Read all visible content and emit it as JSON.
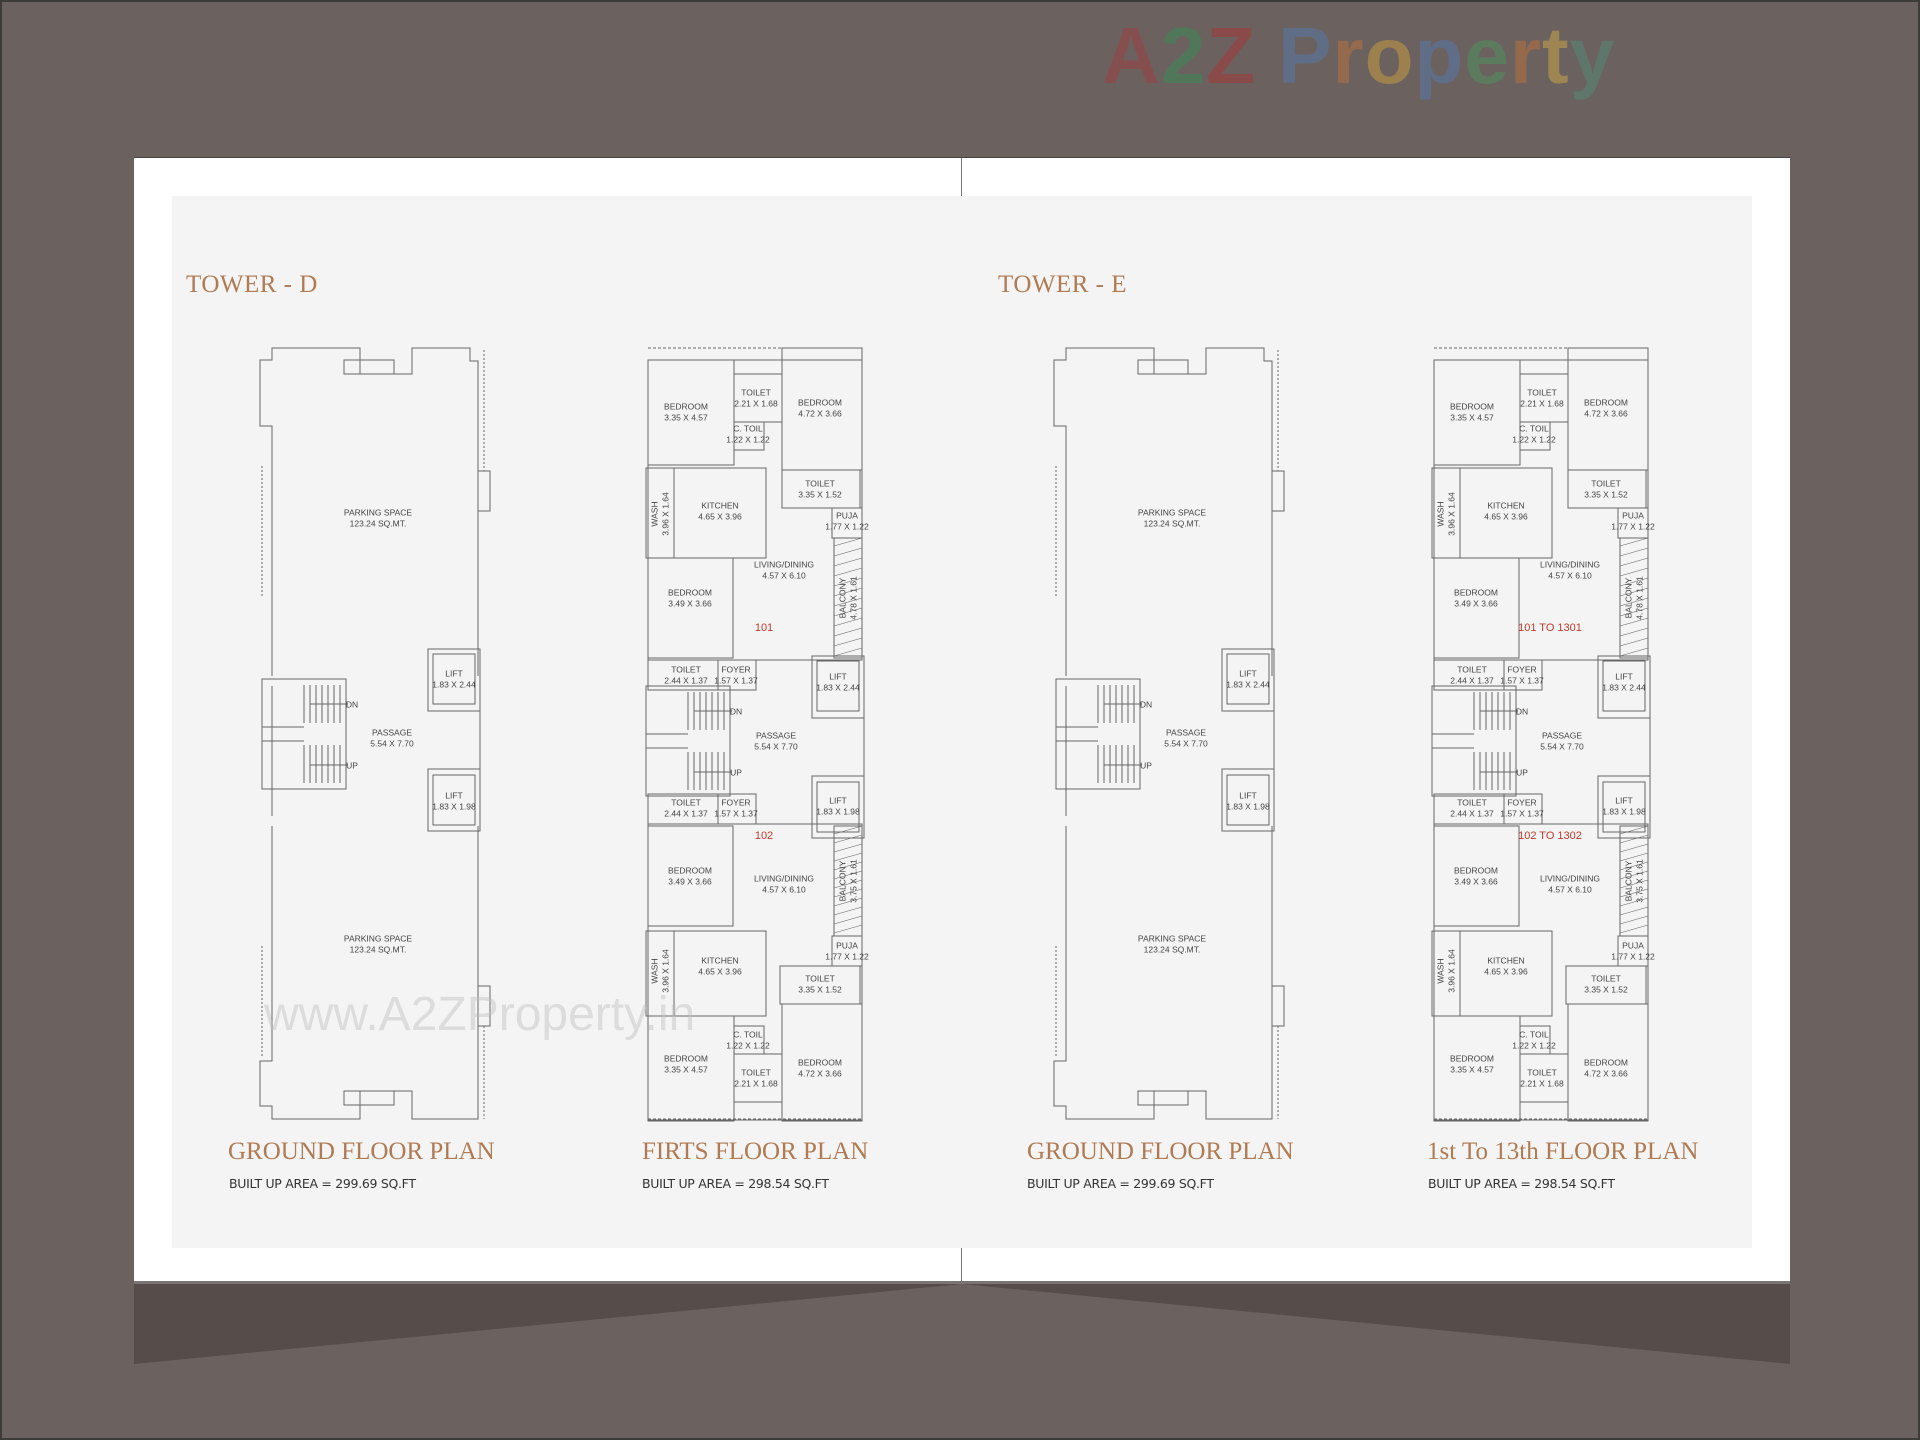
{
  "brand": {
    "logo_letters": [
      {
        "ch": "A",
        "color": "#8a4e4e"
      },
      {
        "ch": "2",
        "color": "#4f7a5a"
      },
      {
        "ch": "Z",
        "color": "#8e4848"
      },
      {
        "ch": " ",
        "color": "transparent"
      },
      {
        "ch": "P",
        "color": "#5f6f8c"
      },
      {
        "ch": "r",
        "color": "#9a6a4a"
      },
      {
        "ch": "o",
        "color": "#a2854e"
      },
      {
        "ch": "p",
        "color": "#5f6f8c"
      },
      {
        "ch": "e",
        "color": "#5b7e5e"
      },
      {
        "ch": "r",
        "color": "#9a6a4a"
      },
      {
        "ch": "t",
        "color": "#a48a52"
      },
      {
        "ch": "y",
        "color": "#5e7a6c"
      }
    ],
    "watermark": "www.A2ZProperty.in"
  },
  "colors": {
    "background": "#6b625f",
    "page": "#ffffff",
    "sheet": "#f4f4f4",
    "title_accent": "#b07a52",
    "unit_number": "#c0392b"
  },
  "towers": [
    {
      "title": "TOWER - D"
    },
    {
      "title": "TOWER - E"
    }
  ],
  "plans": [
    {
      "title": "GROUND FLOOR PLAN",
      "built_up_area": "BUILT UP AREA = 299.69 SQ.FT",
      "type": "ground",
      "rooms": [
        {
          "name": "PARKING SPACE",
          "size": "123.24 SQ.MT."
        },
        {
          "name": "LIFT",
          "size": "1.83 X 2.44"
        },
        {
          "name": "PASSAGE",
          "size": "5.54 X 7.70"
        },
        {
          "name": "LIFT",
          "size": "1.83 X 1.98"
        },
        {
          "name": "PARKING SPACE",
          "size": "123.24 SQ.MT."
        }
      ],
      "stair": {
        "dn": "DN",
        "up": "UP"
      }
    },
    {
      "title": "FIRTS FLOOR PLAN",
      "built_up_area": "BUILT UP AREA = 298.54 SQ.FT",
      "type": "typical",
      "unit_top": "101",
      "unit_bottom": "102",
      "rooms_top": [
        {
          "name": "BEDROOM",
          "size": "3.35 X 4.57"
        },
        {
          "name": "TOILET",
          "size": "2.21 X 1.68"
        },
        {
          "name": "C. TOIL",
          "size": "1.22 X 1.22"
        },
        {
          "name": "BEDROOM",
          "size": "4.72 X 3.66"
        },
        {
          "name": "TOILET",
          "size": "3.35 X 1.52"
        },
        {
          "name": "WASH",
          "size": "3.96 X 1.64"
        },
        {
          "name": "KITCHEN",
          "size": "4.65 X 3.96"
        },
        {
          "name": "PUJA",
          "size": "1.77 X 1.22"
        },
        {
          "name": "LIVING/DINING",
          "size": "4.57 X 6.10"
        },
        {
          "name": "BALCONY",
          "size": "4.78 X 1.61"
        },
        {
          "name": "BEDROOM",
          "size": "3.49 X 3.66"
        },
        {
          "name": "TOILET",
          "size": "2.44 X 1.37"
        },
        {
          "name": "FOYER",
          "size": "1.57 X 1.37"
        }
      ],
      "rooms_core": [
        {
          "name": "LIFT",
          "size": "1.83 X 2.44"
        },
        {
          "name": "PASSAGE",
          "size": "5.54 X 7.70"
        },
        {
          "name": "LIFT",
          "size": "1.83 X 1.98"
        }
      ],
      "rooms_bottom": [
        {
          "name": "TOILET",
          "size": "2.44 X 1.37"
        },
        {
          "name": "FOYER",
          "size": "1.57 X 1.37"
        },
        {
          "name": "BEDROOM",
          "size": "3.49 X 3.66"
        },
        {
          "name": "LIVING/DINING",
          "size": "4.57 X 6.10"
        },
        {
          "name": "BALCONY",
          "size": "3.75 X 1.61"
        },
        {
          "name": "WASH",
          "size": "3.96 X 1.64"
        },
        {
          "name": "KITCHEN",
          "size": "4.65 X 3.96"
        },
        {
          "name": "PUJA",
          "size": "1.77 X 1.22"
        },
        {
          "name": "TOILET",
          "size": "3.35 X 1.52"
        },
        {
          "name": "C. TOIL",
          "size": "1.22 X 1.22"
        },
        {
          "name": "BEDROOM",
          "size": "3.35 X 4.57"
        },
        {
          "name": "TOILET",
          "size": "2.21 X 1.68"
        },
        {
          "name": "BEDROOM",
          "size": "4.72 X 3.66"
        }
      ],
      "stair": {
        "dn": "DN",
        "up": "UP"
      }
    },
    {
      "title": "GROUND FLOOR PLAN",
      "built_up_area": "BUILT UP AREA = 299.69 SQ.FT",
      "type": "ground",
      "rooms": [
        {
          "name": "PARKING SPACE",
          "size": "123.24 SQ.MT."
        },
        {
          "name": "LIFT",
          "size": "1.83 X 2.44"
        },
        {
          "name": "PASSAGE",
          "size": "5.54 X 7.70"
        },
        {
          "name": "LIFT",
          "size": "1.83 X 1.98"
        },
        {
          "name": "PARKING SPACE",
          "size": "123.24 SQ.MT."
        }
      ],
      "stair": {
        "dn": "DN",
        "up": "UP"
      }
    },
    {
      "title": "1st To 13th FLOOR PLAN",
      "built_up_area": "BUILT UP AREA = 298.54 SQ.FT",
      "type": "typical",
      "unit_top": "101 TO 1301",
      "unit_bottom": "102 TO 1302",
      "rooms_top": [
        {
          "name": "BEDROOM",
          "size": "3.35 X 4.57"
        },
        {
          "name": "TOILET",
          "size": "2.21 X 1.68"
        },
        {
          "name": "C. TOIL",
          "size": "1.22 X 1.22"
        },
        {
          "name": "BEDROOM",
          "size": "4.72 X 3.66"
        },
        {
          "name": "TOILET",
          "size": "3.35 X 1.52"
        },
        {
          "name": "WASH",
          "size": "3.96 X 1.64"
        },
        {
          "name": "KITCHEN",
          "size": "4.65 X 3.96"
        },
        {
          "name": "PUJA",
          "size": "1.77 X 1.22"
        },
        {
          "name": "LIVING/DINING",
          "size": "4.57 X 6.10"
        },
        {
          "name": "BALCONY",
          "size": "4.78 X 1.61"
        },
        {
          "name": "BEDROOM",
          "size": "3.49 X 3.66"
        },
        {
          "name": "TOILET",
          "size": "2.44 X 1.37"
        },
        {
          "name": "FOYER",
          "size": "1.57 X 1.37"
        }
      ],
      "rooms_core": [
        {
          "name": "LIFT",
          "size": "1.83 X 2.44"
        },
        {
          "name": "PASSAGE",
          "size": "5.54 X 7.70"
        },
        {
          "name": "LIFT",
          "size": "1.83 X 1.98"
        }
      ],
      "rooms_bottom": [
        {
          "name": "TOILET",
          "size": "2.44 X 1.37"
        },
        {
          "name": "FOYER",
          "size": "1.57 X 1.37"
        },
        {
          "name": "BEDROOM",
          "size": "3.49 X 3.66"
        },
        {
          "name": "LIVING/DINING",
          "size": "4.57 X 6.10"
        },
        {
          "name": "BALCONY",
          "size": "3.75 X 1.61"
        },
        {
          "name": "WASH",
          "size": "3.96 X 1.64"
        },
        {
          "name": "KITCHEN",
          "size": "4.65 X 3.96"
        },
        {
          "name": "PUJA",
          "size": "1.77 X 1.22"
        },
        {
          "name": "TOILET",
          "size": "3.35 X 1.52"
        },
        {
          "name": "C. TOIL",
          "size": "1.22 X 1.22"
        },
        {
          "name": "BEDROOM",
          "size": "3.35 X 4.57"
        },
        {
          "name": "TOILET",
          "size": "2.21 X 1.68"
        },
        {
          "name": "BEDROOM",
          "size": "4.72 X 3.66"
        }
      ],
      "stair": {
        "dn": "DN",
        "up": "UP"
      }
    }
  ]
}
